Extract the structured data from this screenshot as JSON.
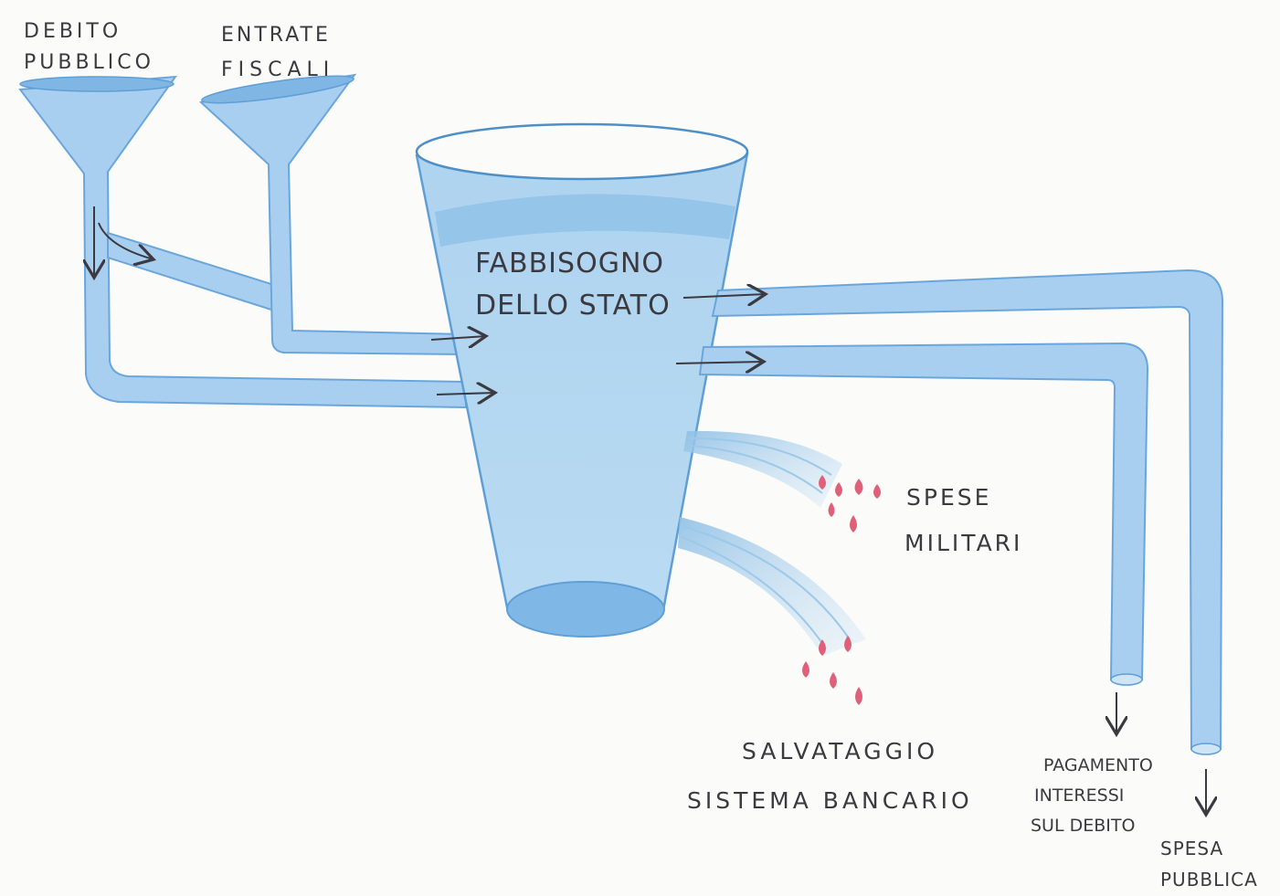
{
  "labels": {
    "debito_pubblico": [
      "DEBITO",
      "PUBBLICO"
    ],
    "entrate_fiscali": [
      "ENTRATE",
      "FISCALI"
    ],
    "fabbisogno": [
      "FABBISOGNO",
      "DELLO STATO"
    ],
    "spese_militari": [
      "SPESE",
      "MILITARI"
    ],
    "salvataggio": [
      "SALVATAGGIO",
      "SISTEMA BANCARIO"
    ],
    "pagamento_interessi": [
      "PAGAMENTO",
      "INTERESSI",
      "SUL DEBITO"
    ],
    "spesa_pubblica": [
      "SPESA",
      "PUBBLICA"
    ]
  },
  "colors": {
    "water": "#9cc8ea",
    "water_dark": "#5f9fd6",
    "water_light": "#cde3f4",
    "ink": "#3b3a40",
    "drops": "#e0607a"
  }
}
